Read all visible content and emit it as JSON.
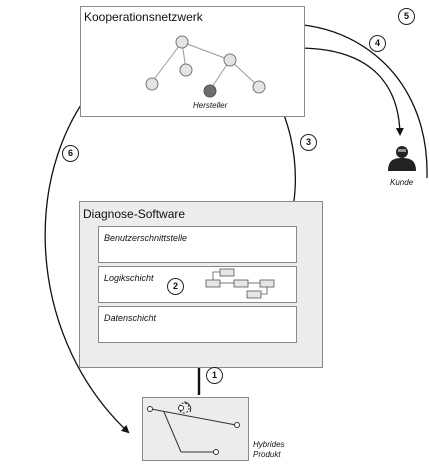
{
  "network": {
    "title": "Kooperationsnetzwerk",
    "manufacturer_label": "Hersteller"
  },
  "customer": {
    "label": "Kunde"
  },
  "software": {
    "title": "Diagnose-Software",
    "layers": [
      {
        "label": "Benutzerschnittstelle"
      },
      {
        "label": "Logikschicht"
      },
      {
        "label": "Datenschicht"
      }
    ]
  },
  "product": {
    "line1": "Hybrides",
    "line2": "Produkt"
  },
  "steps": [
    "1",
    "2",
    "3",
    "4",
    "5",
    "6"
  ]
}
